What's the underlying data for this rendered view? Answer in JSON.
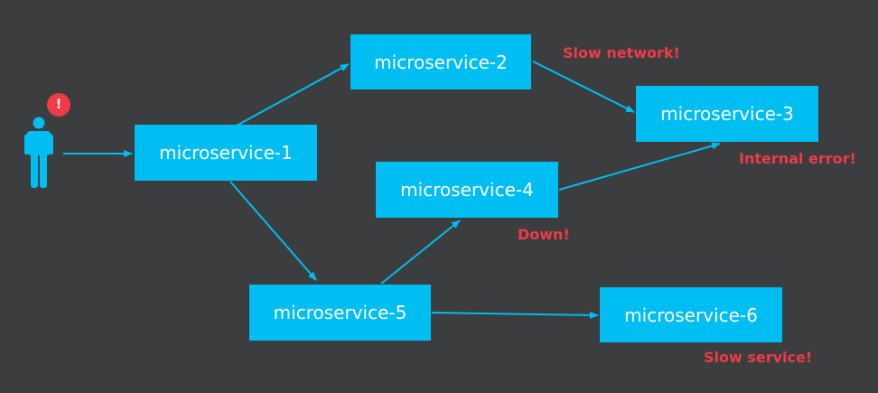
{
  "colors": {
    "background": "#3b3d3f",
    "node_fill": "#00bdf2",
    "node_text": "#ffffff",
    "edge": "#00bdf2",
    "warning": "#ef3b48",
    "user": "#00bdf2"
  },
  "user": {
    "icon": "person-icon",
    "badge_text": "!"
  },
  "nodes": [
    {
      "id": "ms1",
      "label": "microservice-1"
    },
    {
      "id": "ms2",
      "label": "microservice-2"
    },
    {
      "id": "ms3",
      "label": "microservice-3"
    },
    {
      "id": "ms4",
      "label": "microservice-4"
    },
    {
      "id": "ms5",
      "label": "microservice-5"
    },
    {
      "id": "ms6",
      "label": "microservice-6"
    }
  ],
  "edges": [
    {
      "from": "user",
      "to": "ms1"
    },
    {
      "from": "ms1",
      "to": "ms2"
    },
    {
      "from": "ms1",
      "to": "ms5"
    },
    {
      "from": "ms2",
      "to": "ms3"
    },
    {
      "from": "ms4",
      "to": "ms3"
    },
    {
      "from": "ms5",
      "to": "ms4"
    },
    {
      "from": "ms5",
      "to": "ms6"
    }
  ],
  "warnings": [
    {
      "node": "ms2",
      "text": "Slow network!"
    },
    {
      "node": "ms3",
      "text": "Internal error!"
    },
    {
      "node": "ms4",
      "text": "Down!"
    },
    {
      "node": "ms6",
      "text": "Slow service!"
    }
  ]
}
